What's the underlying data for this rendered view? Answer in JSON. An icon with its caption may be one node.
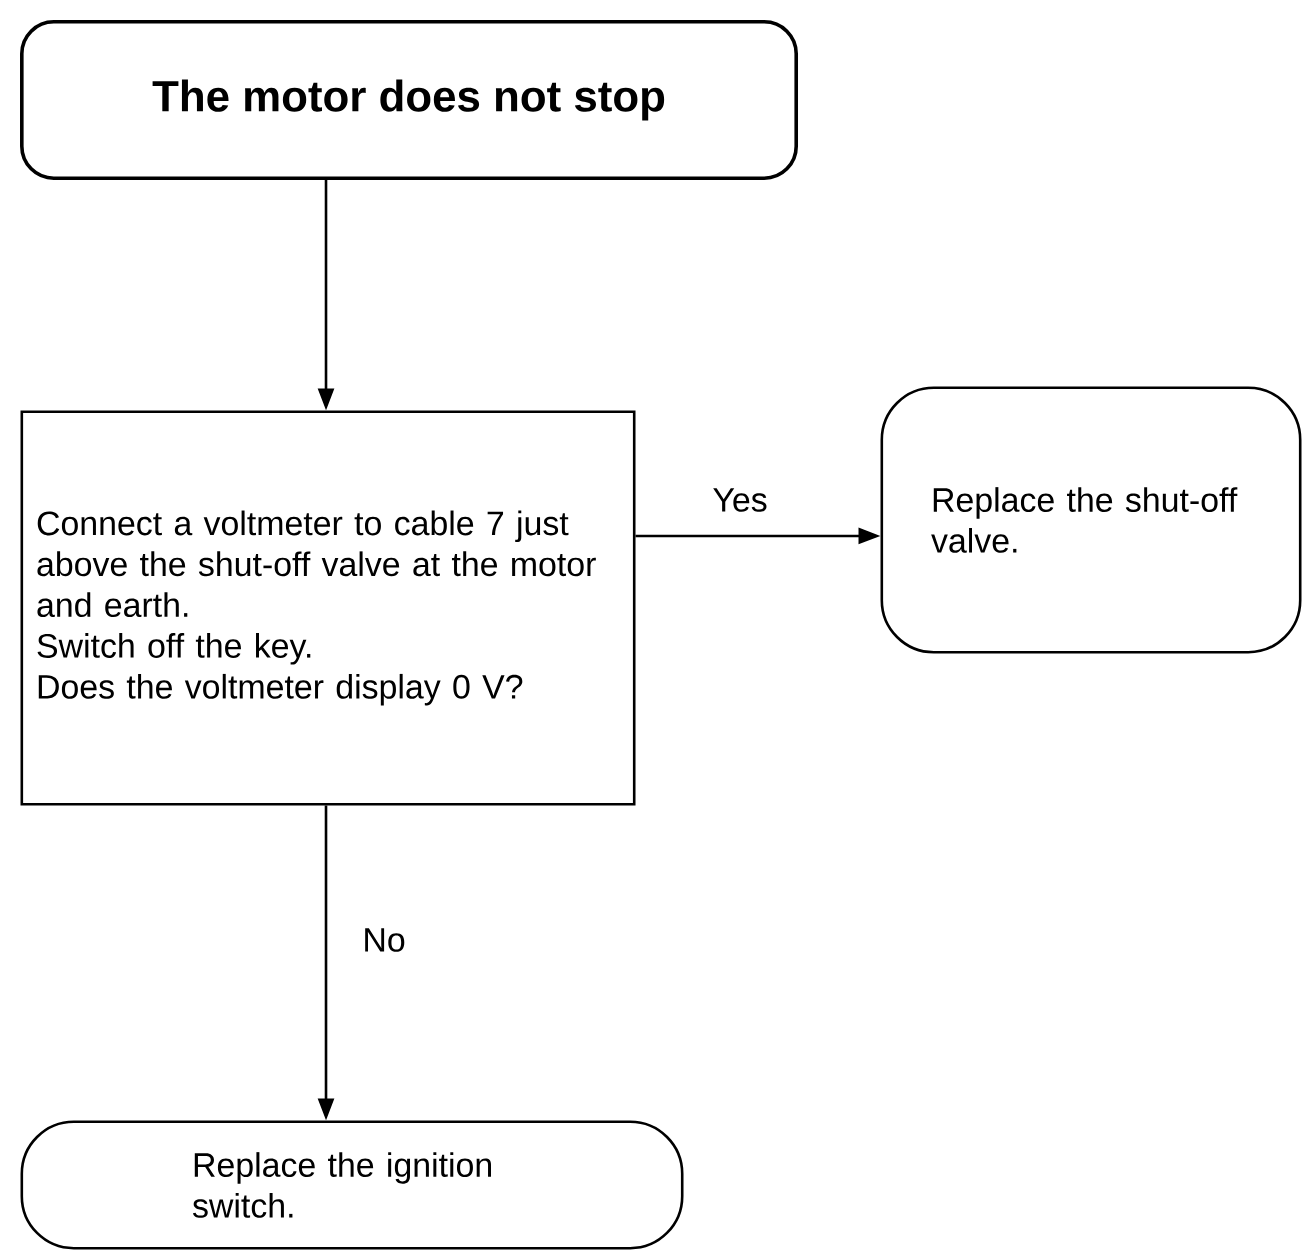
{
  "diagram": {
    "nodes": [
      {
        "text": [
          "The motor does not stop"
        ]
      },
      {
        "text": [
          "Connect a voltmeter to cable 7 just above the shut-off valve at the motor and earth.",
          "Switch off the key.",
          "Does the voltmeter display 0 V?"
        ]
      },
      {
        "text": [
          "Replace the shut-off valve."
        ]
      },
      {
        "text": [
          "Replace the ignition switch."
        ]
      }
    ],
    "edges": [
      {
        "from": 0,
        "to": 1,
        "arrow": "to"
      },
      {
        "from": 1,
        "to": 2,
        "arrow": "to",
        "label": "Yes"
      },
      {
        "from": 1,
        "to": 3,
        "arrow": "to",
        "label": "No"
      }
    ]
  }
}
